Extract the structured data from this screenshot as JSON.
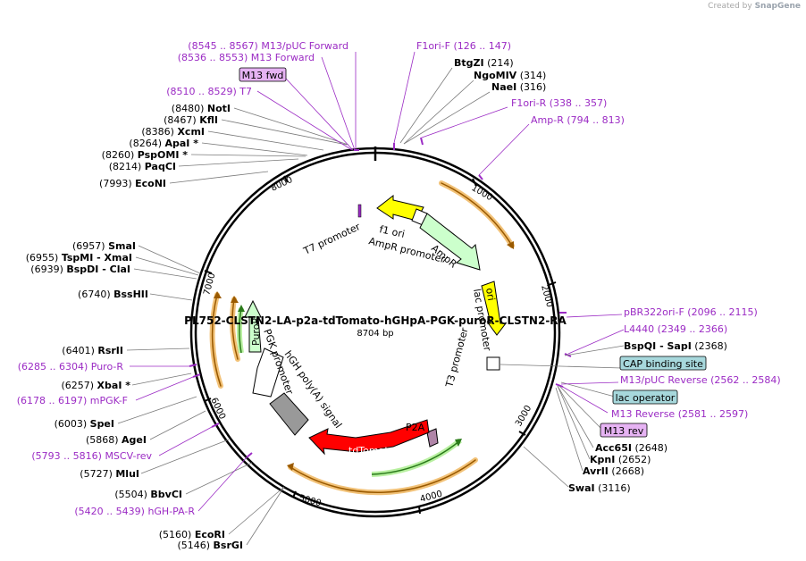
{
  "watermark": {
    "prefix": "Created by",
    "brand": "SnapGene"
  },
  "plasmid": {
    "name": "PL752-CLSTN2-LA-p2a-tdTomato-hGHpA-PGK-puroR-CLSTN2-RA",
    "length": "8704 bp"
  },
  "ticks": [
    "1000",
    "2000",
    "3000",
    "4000",
    "5000",
    "6000",
    "7000",
    "8000"
  ],
  "left_sites": [
    {
      "pos": "(8480)",
      "name": "NotI"
    },
    {
      "pos": "(8467)",
      "name": "KflI"
    },
    {
      "pos": "(8386)",
      "name": "XcmI"
    },
    {
      "pos": "(8264)",
      "name": "ApaI *"
    },
    {
      "pos": "(8260)",
      "name": "PspOMI *"
    },
    {
      "pos": "(8214)",
      "name": "PaqCI"
    },
    {
      "pos": "(7993)",
      "name": "EcoNI"
    },
    {
      "pos": "(6957)",
      "name": "SmaI"
    },
    {
      "pos": "(6955)",
      "name": "TspMI  - XmaI"
    },
    {
      "pos": "(6939)",
      "name": "BspDI  - ClaI"
    },
    {
      "pos": "(6740)",
      "name": "BssHII"
    },
    {
      "pos": "(6401)",
      "name": "RsrII"
    },
    {
      "pos": "(6257)",
      "name": "XbaI *"
    },
    {
      "pos": "(6003)",
      "name": "SpeI"
    },
    {
      "pos": "(5868)",
      "name": "AgeI"
    },
    {
      "pos": "(5727)",
      "name": "MluI"
    },
    {
      "pos": "(5504)",
      "name": "BbvCI"
    },
    {
      "pos": "(5160)",
      "name": "EcoRI"
    },
    {
      "pos": "(5146)",
      "name": "BsrGI"
    }
  ],
  "left_primers": [
    {
      "range": "(8545 .. 8567)",
      "name": "M13/pUC Forward"
    },
    {
      "range": "(8536 .. 8553)",
      "name": "M13 Forward"
    },
    {
      "range": "(8510 .. 8529)",
      "name": "T7"
    },
    {
      "range": "(6285 .. 6304)",
      "name": "Puro-R"
    },
    {
      "range": "(6178 .. 6197)",
      "name": "mPGK-F"
    },
    {
      "range": "(5793 .. 5816)",
      "name": "MSCV-rev"
    },
    {
      "range": "(5420 .. 5439)",
      "name": "hGH-PA-R"
    }
  ],
  "m13_fwd_box": "M13 fwd",
  "right_sites": [
    {
      "name": "BtgZI",
      "pos": "(214)"
    },
    {
      "name": "NgoMIV",
      "pos": "(314)"
    },
    {
      "name": "NaeI",
      "pos": "(316)"
    },
    {
      "name": "BspQI  - SapI",
      "pos": "(2368)"
    },
    {
      "name": "Acc65I",
      "pos": "(2648)"
    },
    {
      "name": "KpnI",
      "pos": "(2652)"
    },
    {
      "name": "AvrII",
      "pos": "(2668)"
    },
    {
      "name": "SwaI",
      "pos": "(3116)"
    }
  ],
  "right_primers": [
    {
      "name": "F1ori-F",
      "range": "(126 .. 147)"
    },
    {
      "name": "F1ori-R",
      "range": "(338 .. 357)"
    },
    {
      "name": "Amp-R",
      "range": "(794 .. 813)"
    },
    {
      "name": "pBR322ori-F",
      "range": "(2096 .. 2115)"
    },
    {
      "name": "L4440",
      "range": "(2349 .. 2366)"
    },
    {
      "name": "M13/pUC Reverse",
      "range": "(2562 .. 2584)"
    },
    {
      "name": "M13 Reverse",
      "range": "(2581 .. 2597)"
    }
  ],
  "right_boxes": [
    "CAP binding site",
    "lac operator",
    "M13 rev"
  ],
  "features": {
    "t7_promoter": "T7 promoter",
    "f1_ori": "f1 ori",
    "ampr_promoter": "AmpR promoter",
    "ampr": "AmpR",
    "ori": "ori",
    "lac_promoter": "lac promoter",
    "t3_promoter": "T3 promoter",
    "p2a": "P2A",
    "tdtomato": "tdTomato",
    "hgh_polya": "hGH poly(A) signal",
    "pgk_promoter": "PGK promoter",
    "puror": "PuroR"
  },
  "colors": {
    "primer": "#9b2bc4",
    "f1_ori": "#ffff00",
    "ampr": "#ccffcc",
    "ori": "#ffff00",
    "tdtomato": "#ff0000",
    "polya": "#999999",
    "cap_box": "#a7d8dc",
    "primer_box": "#e6b3f3"
  }
}
